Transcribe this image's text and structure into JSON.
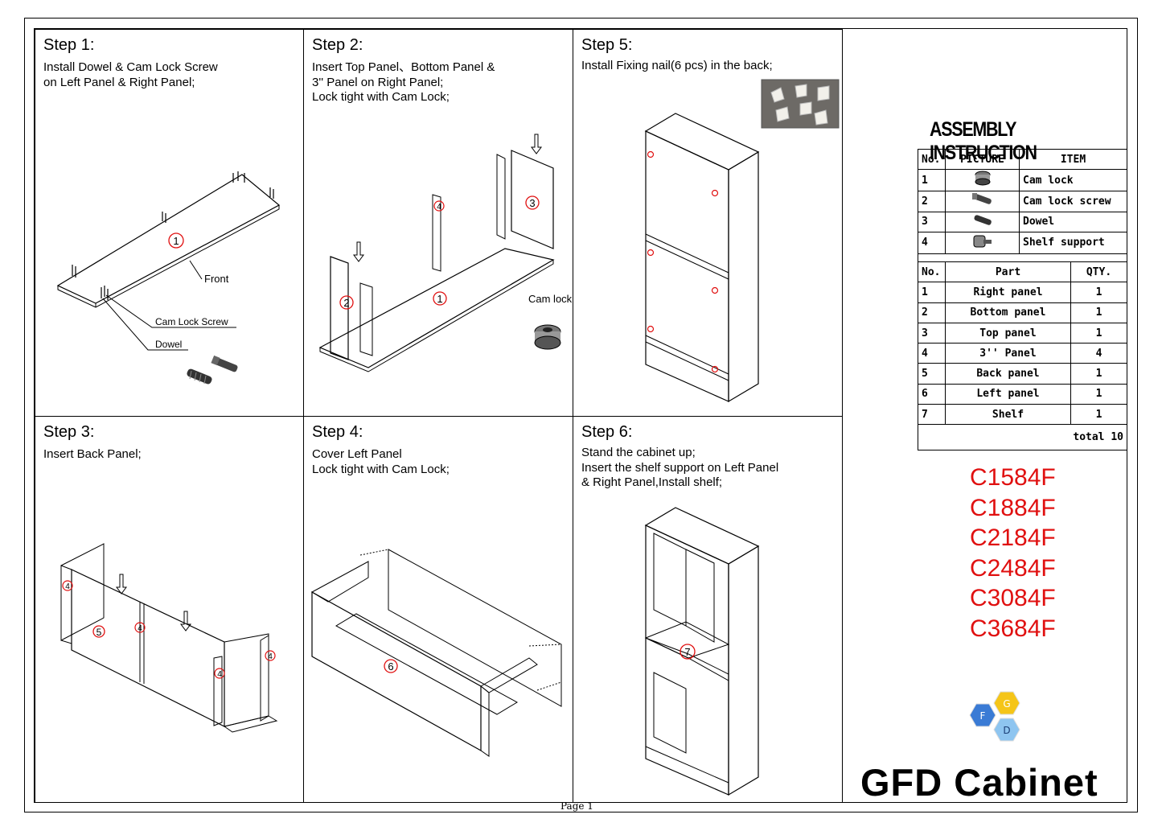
{
  "steps": [
    {
      "title": "Step 1:",
      "text": "Install Dowel & Cam Lock Screw\n on Left Panel & Right Panel;"
    },
    {
      "title": "Step 2:",
      "text": "Insert Top Panel、Bottom Panel &\n3'' Panel on Right Panel;\nLock tight with Cam Lock;"
    },
    {
      "title": "Step 5:",
      "text": "Install Fixing nail(6 pcs) in the back;"
    },
    {
      "title": "Step 3:",
      "text": "Insert Back Panel;"
    },
    {
      "title": "Step 4:",
      "text": "Cover Left Panel\nLock tight with Cam Lock;"
    },
    {
      "title": "Step 6:",
      "text": "Stand the cabinet up;\nInsert the shelf support on Left Panel\n & Right Panel,Install shelf;"
    }
  ],
  "callouts": {
    "front": "Front",
    "cam_lock_screw": "Cam Lock Screw",
    "dowel": "Dowel",
    "cam_lock": "Cam lock",
    "n1": "1",
    "n2": "2",
    "n3": "3",
    "n4": "4",
    "n5": "5",
    "n6": "6",
    "n7": "7"
  },
  "assembly_title": "ASSEMBLY INSTRUCTION",
  "hardware": {
    "headers": [
      "No.",
      "PICTURE",
      "ITEM"
    ],
    "rows": [
      {
        "no": "1",
        "item": "Cam lock"
      },
      {
        "no": "2",
        "item": "Cam lock screw"
      },
      {
        "no": "3",
        "item": "Dowel"
      },
      {
        "no": "4",
        "item": "Shelf support"
      }
    ]
  },
  "parts": {
    "headers": [
      "No.",
      "Part",
      "QTY."
    ],
    "rows": [
      {
        "no": "1",
        "part": "Right panel",
        "qty": "1"
      },
      {
        "no": "2",
        "part": "Bottom panel",
        "qty": "1"
      },
      {
        "no": "3",
        "part": "Top panel",
        "qty": "1"
      },
      {
        "no": "4",
        "part": "3'' Panel",
        "qty": "4"
      },
      {
        "no": "5",
        "part": "Back panel",
        "qty": "1"
      },
      {
        "no": "6",
        "part": "Left panel",
        "qty": "1"
      },
      {
        "no": "7",
        "part": "Shelf",
        "qty": "1"
      }
    ],
    "total": "total 10"
  },
  "models": [
    "C1584F",
    "C1884F",
    "C2184F",
    "C2484F",
    "C3084F",
    "C3684F"
  ],
  "logo": {
    "letters": [
      "G",
      "F",
      "D"
    ],
    "colors": [
      "#f5c518",
      "#3a7bd5",
      "#8ec5f0"
    ]
  },
  "brand": "GFD Cabinet",
  "footer": "Page 1",
  "colors": {
    "model_red": "#e01010",
    "marker_red": "#e01010"
  }
}
